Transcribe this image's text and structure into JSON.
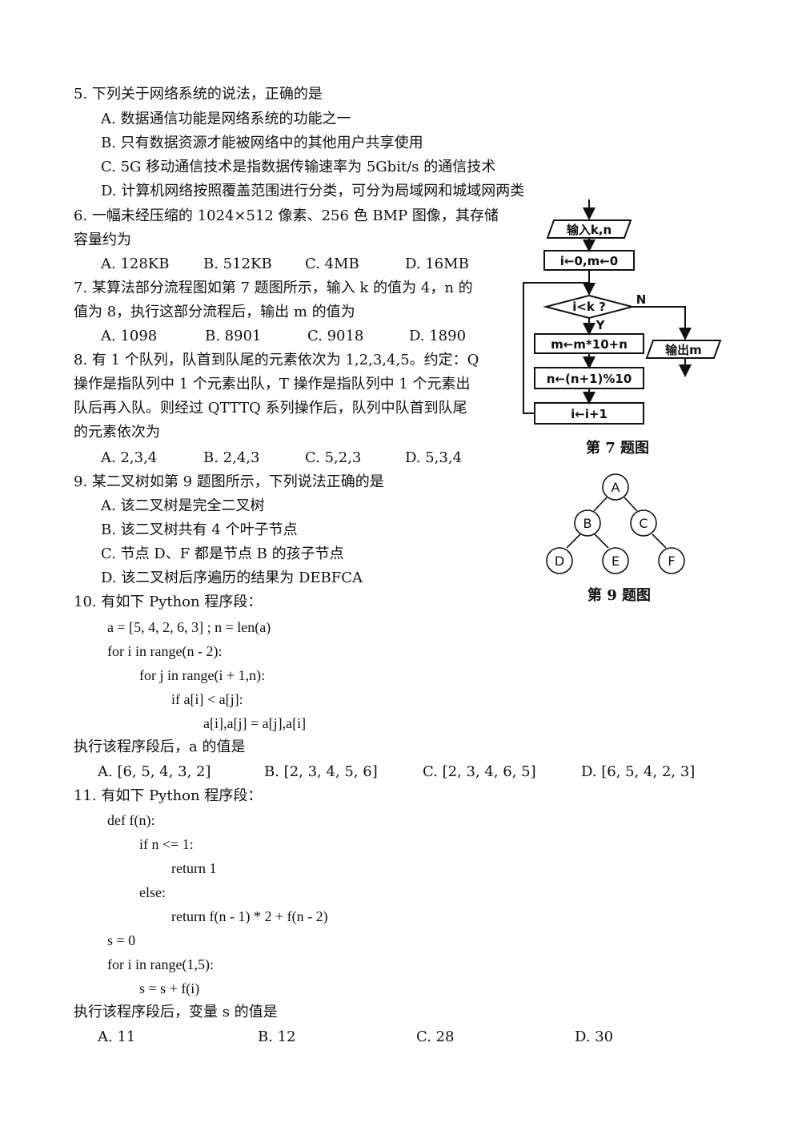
{
  "q5": {
    "stem": "5. 下列关于网络系统的说法，正确的是",
    "options": [
      "A. 数据通信功能是网络系统的功能之一",
      "B. 只有数据资源才能被网络中的其他用户共享使用",
      "C. 5G 移动通信技术是指数据传输速率为 5Gbit/s 的通信技术",
      "D. 计算机网络按照覆盖范围进行分类，可分为局域网和城域网两类"
    ]
  },
  "q6": {
    "stem_line1": "6. 一幅未经压缩的 1024×512 像素、256 色 BMP 图像，其存储",
    "stem_line2": "容量约为",
    "options": [
      "A. 128KB",
      "B. 512KB",
      "C. 4MB",
      "D. 16MB"
    ]
  },
  "q7": {
    "stem_line1": "7. 某算法部分流程图如第 7 题图所示，输入 k 的值为 4，n 的",
    "stem_line2": "值为 8，执行这部分流程后，输出 m 的值为",
    "options": [
      "A. 1098",
      "B. 8901",
      "C. 9018",
      "D. 1890"
    ]
  },
  "q8": {
    "stem_line1": "8. 有 1 个队列，队首到队尾的元素依次为 1,2,3,4,5。约定：Q",
    "stem_line2": "操作是指队列中 1 个元素出队，T 操作是指队列中 1 个元素出",
    "stem_line3": "队后再入队。则经过 QTTTQ 系列操作后，队列中队首到队尾",
    "stem_line4": "的元素依次为",
    "options": [
      "A. 2,3,4",
      "B. 2,4,3",
      "C. 5,2,3",
      "D. 5,3,4"
    ]
  },
  "q9": {
    "stem": "9. 某二叉树如第 9 题图所示，下列说法正确的是",
    "options": [
      "A. 该二叉树是完全二叉树",
      "B. 该二叉树共有 4 个叶子节点",
      "C. 节点 D、F 都是节点 B 的孩子节点",
      "D. 该二叉树后序遍历的结果为 DEBFCA"
    ]
  },
  "q10": {
    "stem": "10. 有如下 Python 程序段：",
    "code": [
      "a = [5, 4, 2, 6, 3] ; n = len(a)",
      "for i in range(n - 2):",
      "for j in range(i + 1,n):",
      "if a[i] < a[j]:",
      "a[i],a[j] = a[j],a[i]"
    ],
    "after": "执行该程序段后，a 的值是",
    "options": [
      "A. [6, 5, 4, 3, 2]",
      "B. [2, 3, 4, 5, 6]",
      "C. [2, 3, 4, 6, 5]",
      "D. [6, 5, 4, 2, 3]"
    ]
  },
  "q11": {
    "stem": "11. 有如下 Python 程序段：",
    "code": [
      "def f(n):",
      "if n <= 1:",
      "return 1",
      "else:",
      "return f(n - 1) * 2 + f(n - 2)",
      "s = 0",
      "for i in range(1,5):",
      "s = s + f(i)"
    ],
    "after": "执行该程序段后，变量 s 的值是",
    "options": [
      "A. 11",
      "B. 12",
      "C. 28",
      "D. 30"
    ]
  },
  "flowchart": {
    "input": "输入k,n",
    "init": "i←0,m←0",
    "cond": "i<k ?",
    "no": "N",
    "yes": "Y",
    "step1": "m←m*10+n",
    "step2": "n←(n+1)%10",
    "step3": "i←i+1",
    "output": "输出m",
    "caption": "第 7 题图"
  },
  "tree": {
    "nodes": [
      "A",
      "B",
      "C",
      "D",
      "E",
      "F"
    ],
    "caption": "第 9 题图"
  }
}
